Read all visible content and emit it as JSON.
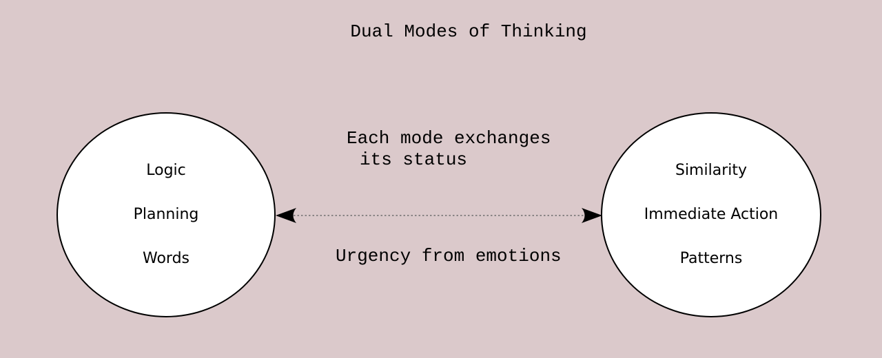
{
  "title": "Dual Modes of Thinking",
  "modes": {
    "left": {
      "items": [
        "Logic",
        "Planning",
        "Words"
      ]
    },
    "right": {
      "items": [
        "Similarity",
        "Immediate Action",
        "Patterns"
      ]
    }
  },
  "connector": {
    "top_label_line1": "Each mode exchanges",
    "top_label_line2": "its status",
    "bottom_label": "Urgency from emotions"
  },
  "colors": {
    "background": "#dbc9cb",
    "node_fill": "#ffffff",
    "node_border": "#000000",
    "text": "#000000",
    "connector_line": "#6e6e6e",
    "arrowhead": "#000000"
  }
}
